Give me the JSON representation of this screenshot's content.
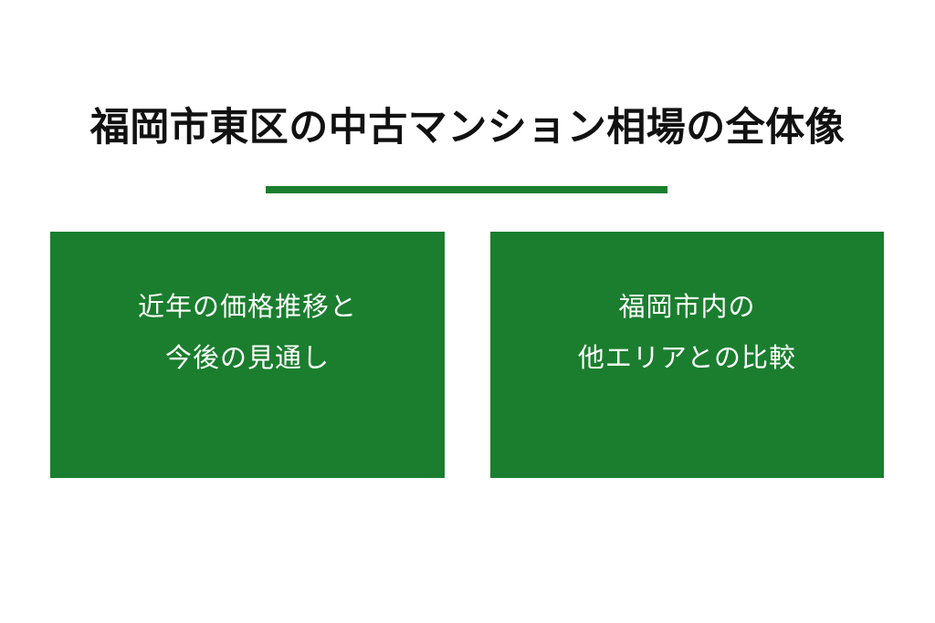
{
  "slide": {
    "background_color": "#ffffff",
    "accent_color": "#1a7e2e",
    "title_color": "#111111",
    "panel_text_color": "#ffffff",
    "title": "福岡市東区の中古マンション相場の全体像",
    "divider": {
      "name": "title-underline",
      "color": "#1a7e2e"
    },
    "panels": [
      {
        "id": "panel-price-trend",
        "lines": [
          "近年の価格推移と",
          "今後の見通し"
        ]
      },
      {
        "id": "panel-area-comparison",
        "lines": [
          "福岡市内の",
          "他エリアとの比較"
        ]
      }
    ]
  }
}
